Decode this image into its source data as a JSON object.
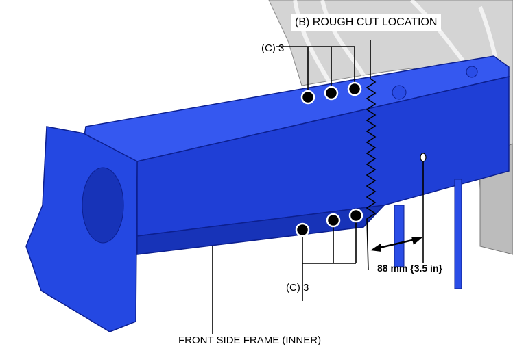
{
  "labels": {
    "rough_cut": "(B) ROUGH CUT LOCATION",
    "weld_points_upper": "(C) 3",
    "weld_points_lower": "(C) 3",
    "dimension": "88 mm {3.5 in}",
    "part_name": "FRONT SIDE FRAME (INNER)"
  },
  "colors": {
    "frame_blue": "#1f3fd6",
    "frame_dark": "#0c1f8f",
    "background_part": "#c9c9c9"
  }
}
